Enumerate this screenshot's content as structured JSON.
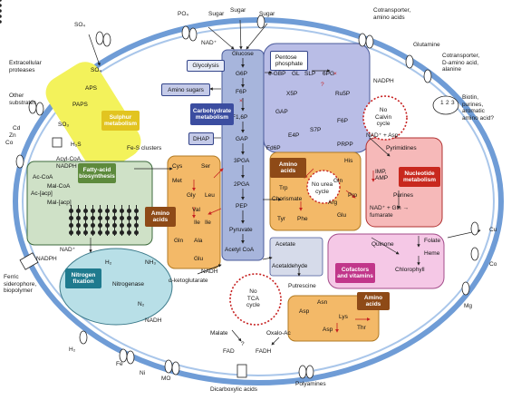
{
  "colors": {
    "membrane": "#6f9cd6",
    "central": "#a7b5dc",
    "ppp": "#b9bde6",
    "sulphur": "#f3f25b",
    "fatty_acid": "#cfe1c7",
    "amino_acid": "#f3b968",
    "aromatic": "#f3b968",
    "nitrogen": "#b8dfe7",
    "nucleotide": "#f6b9b9",
    "cofactor": "#f5c8e6",
    "label_dark": "#1f2e6e",
    "arrow_red": "#c62020"
  },
  "membrane_labels": {
    "so4": "SO₄",
    "po4": "PO₄",
    "sugar1": "Sugar",
    "sugar2": "Sugar",
    "sugar3": "Sugar",
    "nad": "NAD⁺",
    "cotransporter_aa": "Cotransporter,\namino acids",
    "glutamine": "Glutamine",
    "cotransporter_ala": "Cotransporter,\nD-amino acid,\nalanine",
    "nadph_top": "NADPH",
    "biotin": "Biotin,\npurines,\naromatic\namino acid?",
    "extracellular": "Extracellular\nproteases",
    "other_substrates": "Other\nsubstrates",
    "cd": "Cd",
    "zn": "Zn",
    "co_left": "Co",
    "ferric": "Ferric\nsiderophore,\nbiopolymer",
    "h2": "H₂",
    "fe": "Fe",
    "ni": "Ni",
    "mo": "MO",
    "dicarboxylic": "Dicarboxylic acids",
    "polyamines": "Polyamines",
    "mg": "Mg",
    "co_right": "Co",
    "cu": "Cu",
    "transporter_nums": [
      "1",
      "2",
      "3"
    ]
  },
  "glycolysis": {
    "title": "Glycolysis",
    "steps": [
      "Glucose",
      "G6P",
      "F6P",
      "F1,6P",
      "GAP",
      "3PGA",
      "2PGA",
      "PEP",
      "Pyruvate",
      "Acetyl CoA"
    ],
    "amino_sugars": "Amino sugars",
    "dhap": "DHAP",
    "carb_label": "Carbohydrate\nmetabolism"
  },
  "ppp": {
    "title": "Pentose\nphosphate",
    "nodes": [
      "6-GBP",
      "GL",
      "SLP",
      "6PG",
      "Ru5P",
      "X5P",
      "GAP",
      "F6P",
      "S7P",
      "E4P",
      "Fd6P",
      "PRPP"
    ],
    "no_calvin": "No\nCalvin\ncycle"
  },
  "sulphur": {
    "nodes": [
      "SO₄",
      "APS",
      "PAPS",
      "SO₃",
      "H₂S"
    ],
    "label": "Sulphur\nmetabolism",
    "fes": "Fe-S clusters"
  },
  "fatty_acid": {
    "acyl": "Acyl-CoA,\nNADPH",
    "acp": [
      "Ac-CoA",
      "Mal-CoA",
      "Ac-[acp]",
      "Mal-[acp]"
    ],
    "label": "Fatty-acid\nbiosynthesis",
    "nadplus": "NAD⁺",
    "nadph": "NADPH"
  },
  "amino_acids": {
    "left": [
      "Cys",
      "Met",
      "Gly",
      "Val",
      "Ile",
      "Gln",
      "Ala"
    ],
    "right": [
      "Ser",
      "Leu",
      "Ile",
      "Glu"
    ],
    "label": "Amino\nacids",
    "ketoglutarate": "α-ketoglutarate",
    "nadh": "NADH"
  },
  "aromatic": {
    "label": "Amino\nacids",
    "trp": "Trp",
    "chorismate": "Chorismate",
    "tyr": "Tyr",
    "phe": "Phe",
    "his": "His",
    "gln": "Gln",
    "pro": "Pro",
    "glu": "Glu",
    "arg": "Arg",
    "no_urea": "No urea\ncycle"
  },
  "nucleotide": {
    "label": "Nucleotide\nmetabolism",
    "pyrimidines": "Pyrimidines",
    "imp": "IMP,\nAMP",
    "purines": "Purines",
    "nad_asp": "NAD⁺ + Asp",
    "nad_gln": "NAD⁺ + Gln →\nfumarate"
  },
  "cofactors": {
    "label": "Cofactors\nand vitamins",
    "quinone": "Quinone",
    "folate": "Folate",
    "heme": "Heme",
    "chlorophyll": "Chlorophyll"
  },
  "nitrogen": {
    "label": "Nitrogen\nfixation",
    "h2": "H₂",
    "nh3": "NH₃",
    "nitrogenase": "Nitrogenase",
    "n2": "N₂",
    "nadh": "NADH"
  },
  "tca": {
    "label": "No\nTCA\ncycle",
    "acetate": "Acetate",
    "acetaldehyde": "Acetaldehyde",
    "putrescine": "Putrescine",
    "malate": "Malate",
    "oxalo": "Oxalo-Ac",
    "fad": "FAD",
    "fadh": "FADH",
    "q": "?"
  },
  "bottom_aa": {
    "label": "Amino\nacids",
    "asn": "Asn",
    "asp": "Asp",
    "asp2": "Asp",
    "lys": "Lys",
    "thr": "Thr"
  },
  "markers": {
    "q": "?",
    "x": "×"
  }
}
